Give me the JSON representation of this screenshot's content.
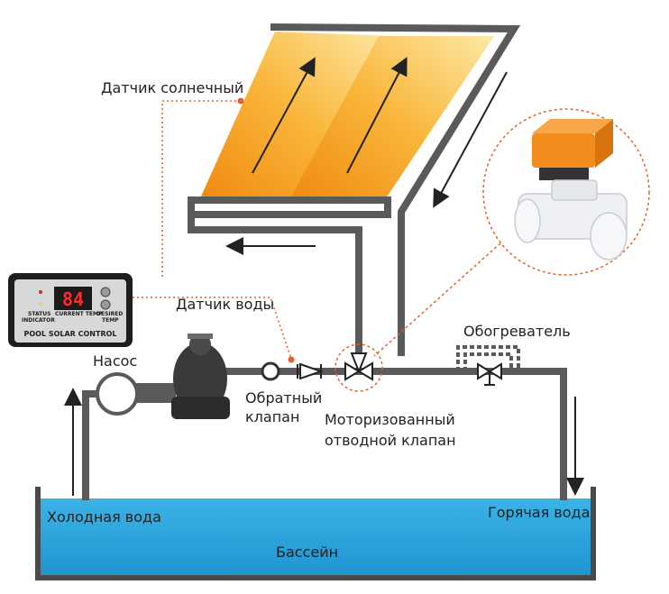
{
  "labels": {
    "solar_sensor": "Датчик солнечный",
    "water_sensor": "Датчик воды",
    "pump": "Насос",
    "check_valve_line1": "Обратный",
    "check_valve_line2": "клапан",
    "motor_valve_line1": "Моторизованный",
    "motor_valve_line2": "отводной клапан",
    "heater": "Обогреватель",
    "cold_water": "Холодная вода",
    "hot_water": "Горячая вода",
    "pool": "Бассейн"
  },
  "controller": {
    "display": "84",
    "status_line1": "STATUS",
    "status_line2": "INDICATOR",
    "current_temp": "CURRENT TEMP",
    "desired_line1": "DESIRED",
    "desired_line2": "TEMP",
    "title": "POOL SOLAR CONTROL"
  },
  "colors": {
    "pipe": "#5a5a5a",
    "pool_water": "#29a3dc",
    "sensor_dots": "#e0632a",
    "valve_orange": "#f28c1c",
    "panel_orange": "#f7a21b"
  }
}
